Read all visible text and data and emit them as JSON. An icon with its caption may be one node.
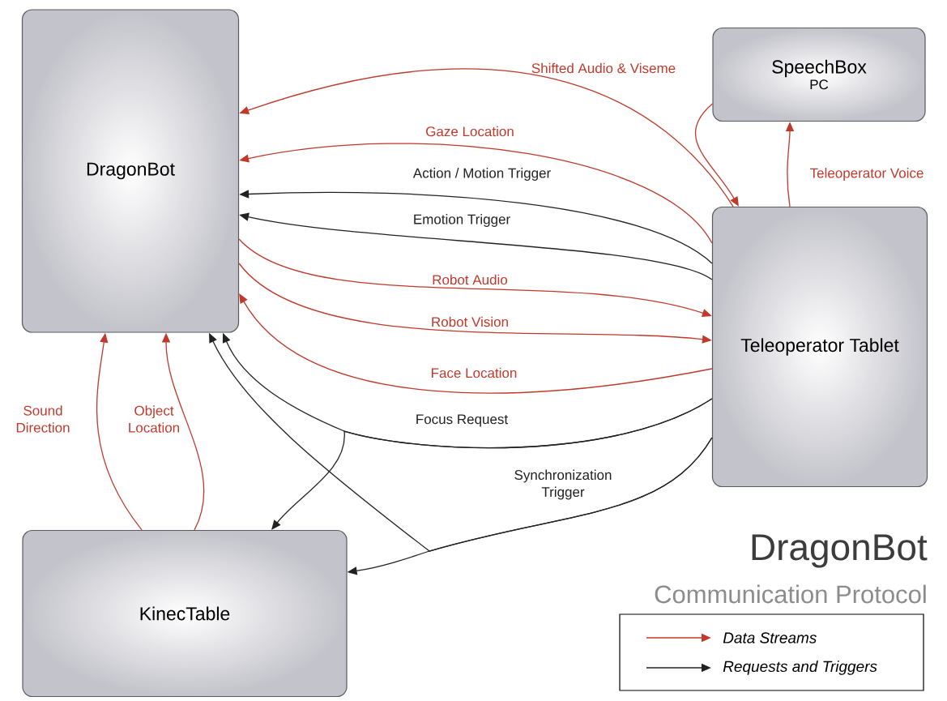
{
  "diagram": {
    "title": "DragonBot",
    "nodes": [
      {
        "text": [
          "DragonBot"
        ]
      },
      {
        "text": [
          "SpeechBox",
          "PC"
        ]
      },
      {
        "text": [
          "Teleoperator Tablet"
        ]
      },
      {
        "text": [
          "KinecTable"
        ]
      }
    ],
    "edges": [
      {
        "from": 2,
        "to": 0,
        "arrow": "to",
        "label": "Shifted Audio & Viseme"
      },
      {
        "from": 1,
        "to": 2,
        "arrow": "to"
      },
      {
        "from": 2,
        "to": 1,
        "arrow": "to",
        "label": "Teleoperator Voice"
      },
      {
        "from": 2,
        "to": 0,
        "arrow": "to",
        "label": "Gaze Location"
      },
      {
        "from": 2,
        "to": 0,
        "arrow": "to",
        "label": "Action / Motion Trigger",
        "color": "#222222"
      },
      {
        "from": 2,
        "to": 0,
        "arrow": "to",
        "label": "Emotion Trigger",
        "color": "#222222"
      },
      {
        "from": 0,
        "to": 2,
        "arrow": "to",
        "label": "Robot Audio"
      },
      {
        "from": 0,
        "to": 2,
        "arrow": "to",
        "label": "Robot Vision"
      },
      {
        "from": 2,
        "to": 0,
        "arrow": "to",
        "label": "Face Location"
      },
      {
        "from": 2,
        "to": 0,
        "arrow": "to",
        "label": "Focus Request",
        "color": "#222222"
      },
      {
        "from": 2,
        "to": 3,
        "arrow": "to",
        "color": "#222222"
      },
      {
        "from": 2,
        "to": 3,
        "arrow": "to",
        "label": "Synchronization Trigger",
        "color": "#222222"
      },
      {
        "from": 2,
        "to": 0,
        "arrow": "to",
        "color": "#222222"
      },
      {
        "from": 3,
        "to": 0,
        "arrow": "to",
        "label": "Sound Direction"
      },
      {
        "from": 3,
        "to": 0,
        "arrow": "to",
        "label": "Object Location"
      }
    ],
    "labels": [
      "Communication Protocol"
    ],
    "legend": [
      {
        "text": "Data Streams",
        "color": "#c0392b"
      },
      {
        "text": "Requests and Triggers",
        "color": "#222222"
      }
    ]
  }
}
